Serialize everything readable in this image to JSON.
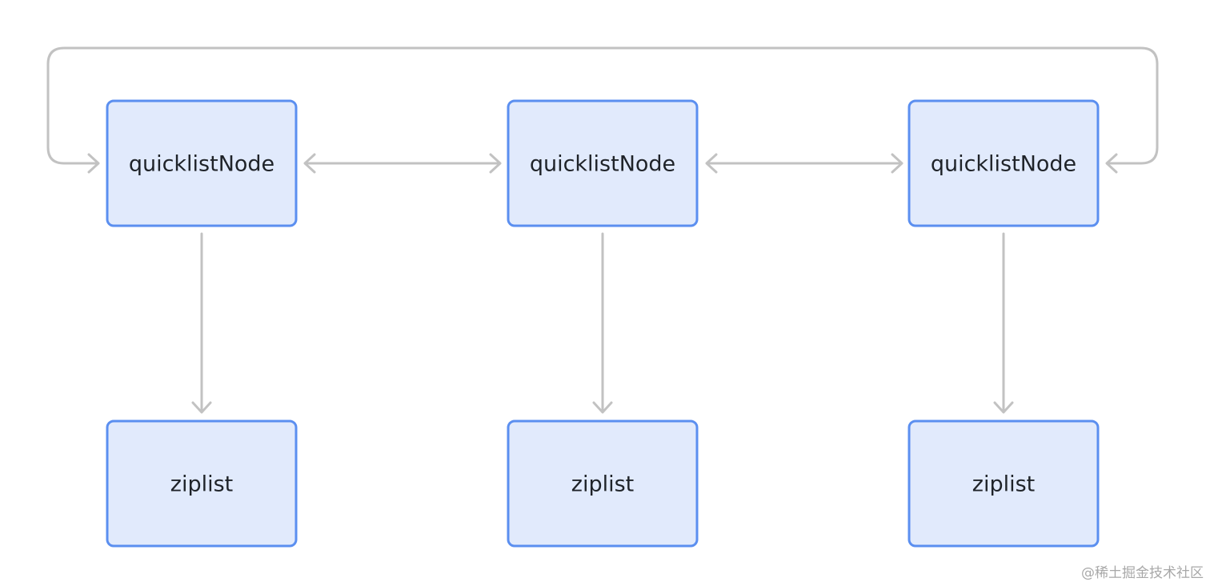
{
  "diagram": {
    "nodes": {
      "quicklist_1": "quicklistNode",
      "quicklist_2": "quicklistNode",
      "quicklist_3": "quicklistNode",
      "ziplist_1": "ziplist",
      "ziplist_2": "ziplist",
      "ziplist_3": "ziplist"
    },
    "colors": {
      "node_fill": "#e1eafc",
      "node_border": "#5b8ff0",
      "edge": "#c2c2c2",
      "text": "#1f2329"
    }
  },
  "watermark": "@稀土掘金技术社区"
}
